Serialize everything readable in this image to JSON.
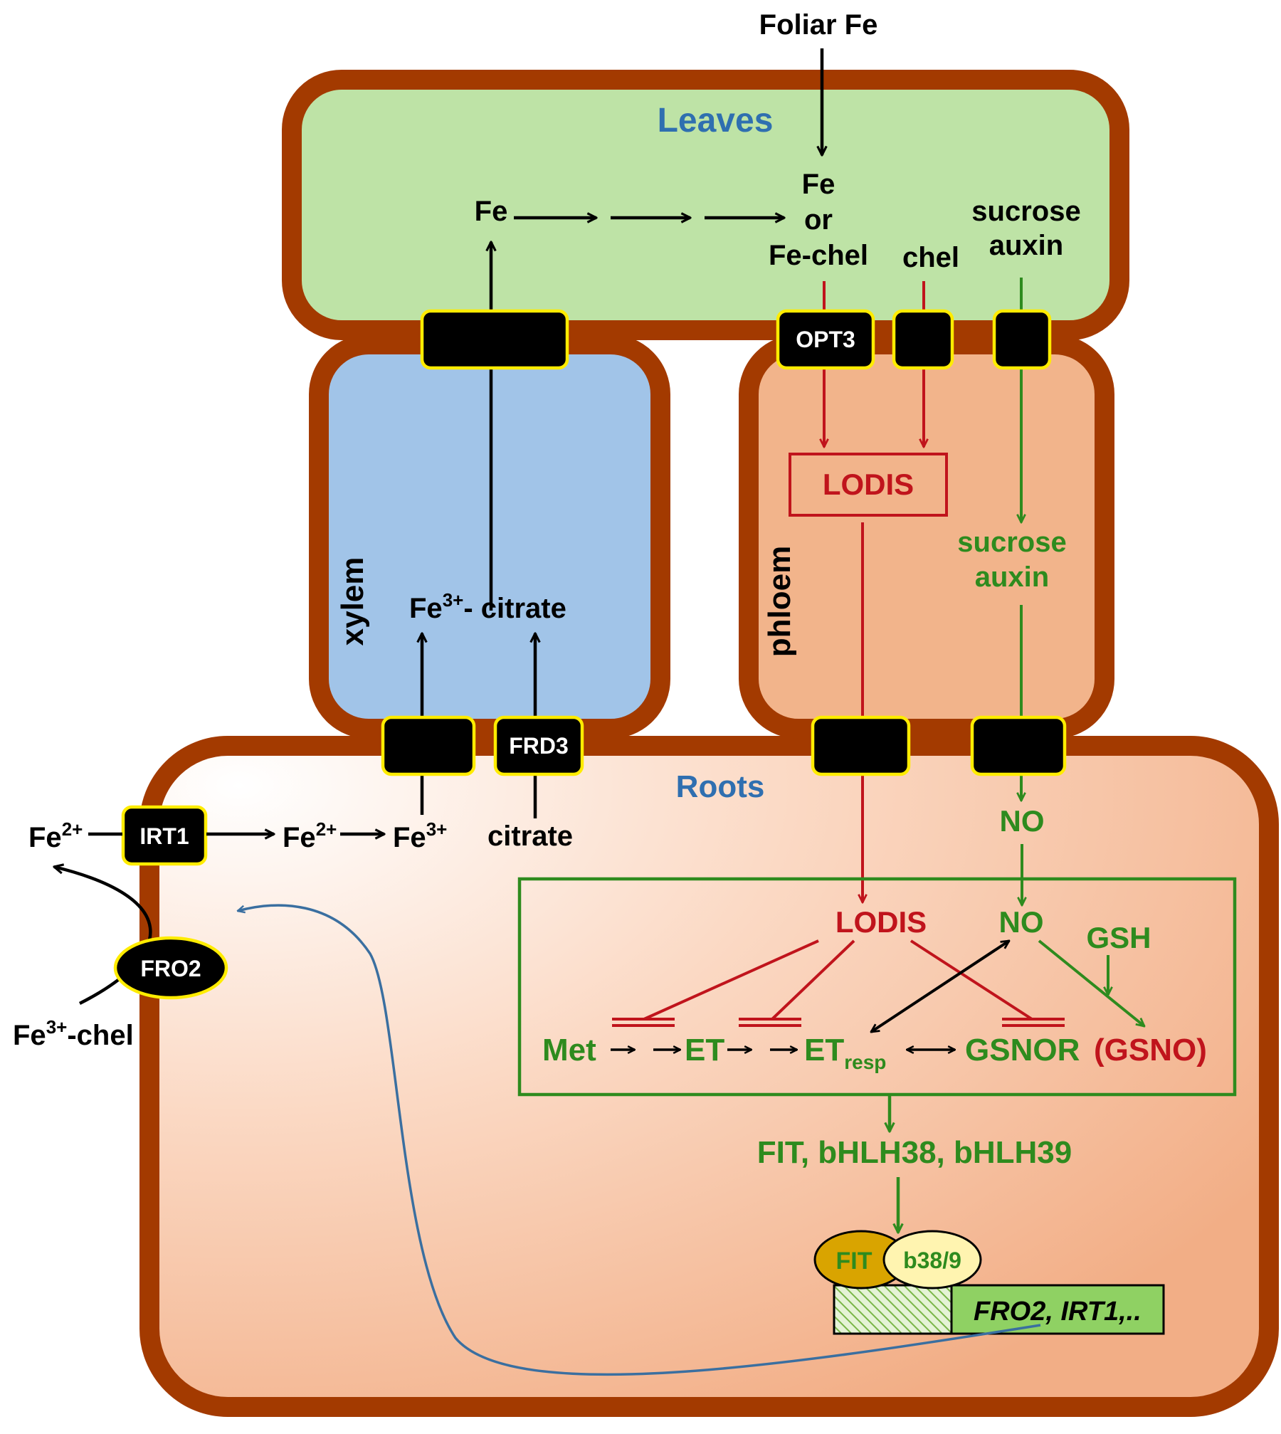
{
  "compartments": {
    "leaves": "Leaves",
    "xylem": "xylem",
    "phloem": "phloem",
    "roots": "Roots"
  },
  "leaves": {
    "foliar_fe": "Foliar Fe",
    "fe": "Fe",
    "fe_or_1": "Fe",
    "fe_or_2": "or",
    "fe_or_3": "Fe-chel",
    "chel": "chel",
    "sucrose": "sucrose",
    "auxin": "auxin"
  },
  "transporters": {
    "opt3": "OPT3",
    "frd3": "FRD3",
    "irt1": "IRT1",
    "fro2": "FRO2"
  },
  "xylem": {
    "fe3_citrate_fe": "Fe",
    "fe3_citrate_sup": "3+",
    "fe3_citrate_rest": "- citrate"
  },
  "phloem": {
    "lodis": "LODIS",
    "sucrose": "sucrose",
    "auxin": "auxin"
  },
  "roots": {
    "fe2_left": "Fe",
    "fe2_left_sup": "2+",
    "fe2_mid": "Fe",
    "fe2_mid_sup": "2+",
    "fe3": "Fe",
    "fe3_sup": "3+",
    "citrate": "citrate",
    "fe3_chel": "Fe",
    "fe3_chel_sup": "3+",
    "fe3_chel_rest": "-chel",
    "no_top": "NO"
  },
  "signaling": {
    "lodis": "LODIS",
    "no": "NO",
    "gsh": "GSH",
    "met": "Met",
    "et": "ET",
    "et_resp": "ET",
    "et_resp_sub": "resp",
    "gsnor": "GSNOR",
    "gsno": "(GSNO)"
  },
  "transcription": {
    "factors": "FIT, bHLH38, bHLH39",
    "fit": "FIT",
    "b389": "b38/9",
    "genes": "FRO2, IRT1,.."
  },
  "colors": {
    "wall": "#a33a00",
    "leaves": "#bee3a6",
    "xylem": "#a1c4e8",
    "phloem": "#f2b48b",
    "green": "#2e8b1e",
    "red": "#c0141c",
    "blue_label": "#2f6fb0",
    "transporter_border": "#ffec00"
  }
}
